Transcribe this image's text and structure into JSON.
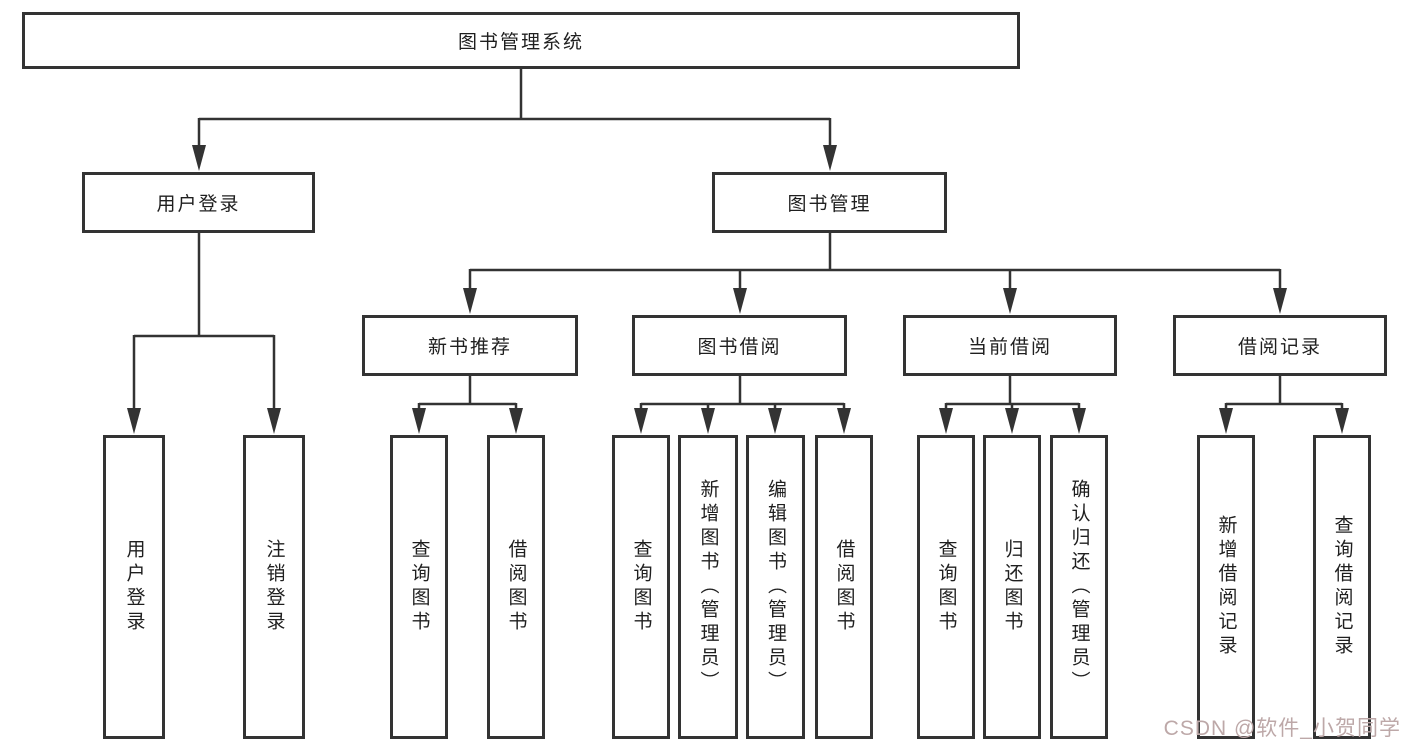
{
  "diagram": {
    "root": {
      "label": "图书管理系统"
    },
    "level2": [
      {
        "label": "用户登录"
      },
      {
        "label": "图书管理"
      }
    ],
    "level3": [
      {
        "label": "新书推荐"
      },
      {
        "label": "图书借阅"
      },
      {
        "label": "当前借阅"
      },
      {
        "label": "借阅记录"
      }
    ],
    "login_children": [
      {
        "label": "用户登录"
      },
      {
        "label": "注销登录"
      }
    ],
    "newbook_children": [
      {
        "label": "查询图书"
      },
      {
        "label": "借阅图书"
      }
    ],
    "borrow_children": [
      {
        "label": "查询图书"
      },
      {
        "label": "新增图书（管理员）"
      },
      {
        "label": "编辑图书（管理员）"
      },
      {
        "label": "借阅图书"
      }
    ],
    "current_children": [
      {
        "label": "查询图书"
      },
      {
        "label": "归还图书"
      },
      {
        "label": "确认归还（管理员）"
      }
    ],
    "record_children": [
      {
        "label": "新增借阅记录"
      },
      {
        "label": "查询借阅记录"
      }
    ]
  },
  "watermark": {
    "text": "CSDN @软件_小贺同学"
  },
  "colors": {
    "line": "#333333",
    "box_border": "#333333",
    "box_fill": "#ffffff",
    "text": "#1f1f1f",
    "watermark": "#bda8a8",
    "background": "#ffffff"
  }
}
